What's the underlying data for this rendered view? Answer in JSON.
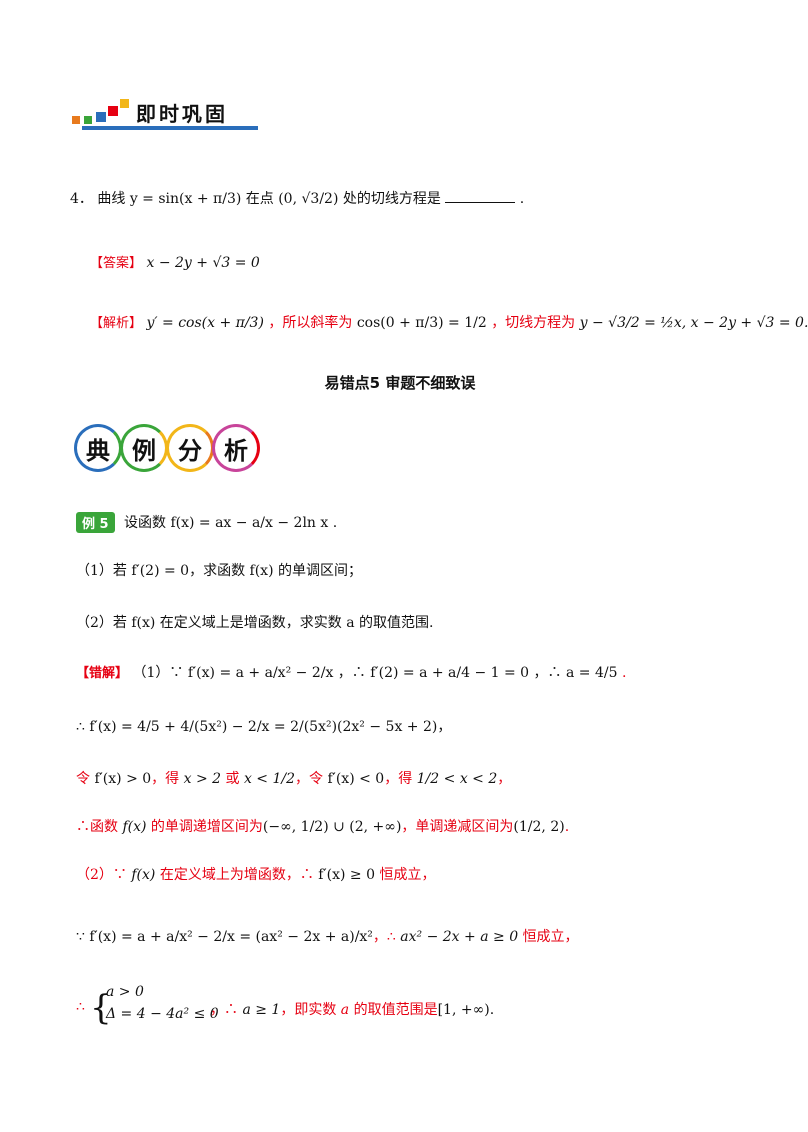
{
  "banner": {
    "title": "即时巩固"
  },
  "q4": {
    "number": "4．",
    "text": "曲线 y = sin(x + π/3) 在点 (0, √3/2) 处的切线方程是",
    "tail": "."
  },
  "answer": {
    "tag": "【答案】",
    "value": "x − 2y + √3 = 0"
  },
  "analysis": {
    "tag": "【解析】",
    "part1": "y′ = cos(x + π/3)",
    "part2": "，所以斜率为",
    "part3": "cos(0 + π/3) = 1/2",
    "part4": "，切线方程为",
    "part5": "y − √3/2 = ½x, x − 2y + √3 = 0."
  },
  "section": {
    "title": "易错点5  审题不细致误"
  },
  "example_header": {
    "chars": [
      "典",
      "例",
      "分",
      "析"
    ]
  },
  "example": {
    "badge": "例 5",
    "text": "设函数 f(x) = ax − a/x − 2ln x ."
  },
  "sub1": "（1）若 f′(2) = 0，求函数 f(x) 的单调区间；",
  "sub2": "（2）若 f(x) 在定义域上是增函数，求实数 a 的取值范围.",
  "wrong": {
    "tag": "【错解】",
    "l1a": "（1）∵ f′(x) = a + a/x² − 2/x",
    "l1b": "，∴ f′(2) = a + a/4 − 1 = 0",
    "l1c": "，∴ a = 4/5",
    "l1d": ".",
    "l2": "∴ f′(x) = 4/5 + 4/(5x²) − 2/x = 2/(5x²)(2x² − 5x + 2)，",
    "l3a": "令",
    "l3b": " f′(x) > 0",
    "l3c": "，得",
    "l3d": " x > 2 ",
    "l3e": "或",
    "l3f": " x < 1/2",
    "l3g": "，令",
    "l3h": " f′(x) < 0",
    "l3i": "，得",
    "l3j": " 1/2 < x < 2",
    "l3k": "，",
    "l4a": "∴函数",
    "l4b": " f(x) ",
    "l4c": "的单调递增区间为",
    "l4d": "(−∞, 1/2) ∪ (2, +∞)",
    "l4e": "，单调递减区间为",
    "l4f": "(1/2, 2)",
    "l4g": ".",
    "l5a": "（2）∵",
    "l5b": " f(x) ",
    "l5c": "在定义域上为增函数，∴",
    "l5d": " f′(x) ≥ 0 ",
    "l5e": "恒成立，",
    "l6a": "∵ f′(x) = a + a/x² − 2/x = (ax² − 2x + a)/x²",
    "l6b": "，∴",
    "l6c": " ax² − 2x + a ≥ 0 ",
    "l6d": "恒成立，",
    "l7a": "∴",
    "l7sys1": "a > 0",
    "l7sys2": "Δ = 4 − 4a² ≤ 0",
    "l7b": "，∴",
    "l7c": " a ≥ 1",
    "l7d": "，即实数",
    "l7e": " a ",
    "l7f": "的取值范围是",
    "l7g": "[1, +∞)",
    "l7h": "."
  },
  "colors": {
    "red": "#e60012",
    "blue": "#2a6ebb",
    "green": "#3aa53a"
  }
}
